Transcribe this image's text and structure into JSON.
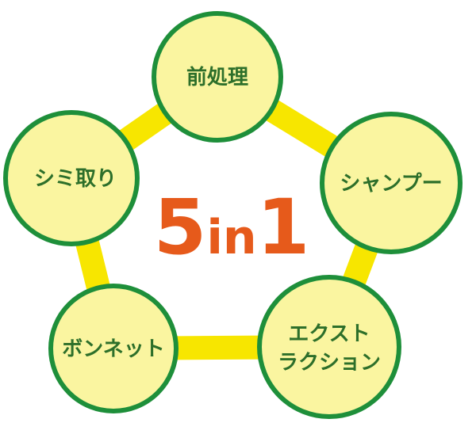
{
  "diagram": {
    "center": {
      "big": "5",
      "small": "in",
      "big2": "1"
    },
    "nodes": [
      {
        "id": "pre",
        "lines": [
          "前処理"
        ]
      },
      {
        "id": "shampoo",
        "lines": [
          "シャンプー"
        ]
      },
      {
        "id": "extraction",
        "lines": [
          "エクスト",
          "ラクション"
        ]
      },
      {
        "id": "bonnet",
        "lines": [
          "ボンネット"
        ]
      },
      {
        "id": "spot",
        "lines": [
          "シミ取り"
        ]
      }
    ],
    "colors": {
      "ring": "#f7e600",
      "node_fill": "#faf5a0",
      "node_stroke": "#1e8f3a",
      "label": "#2d6f2a",
      "center": "#e65a1b"
    }
  }
}
